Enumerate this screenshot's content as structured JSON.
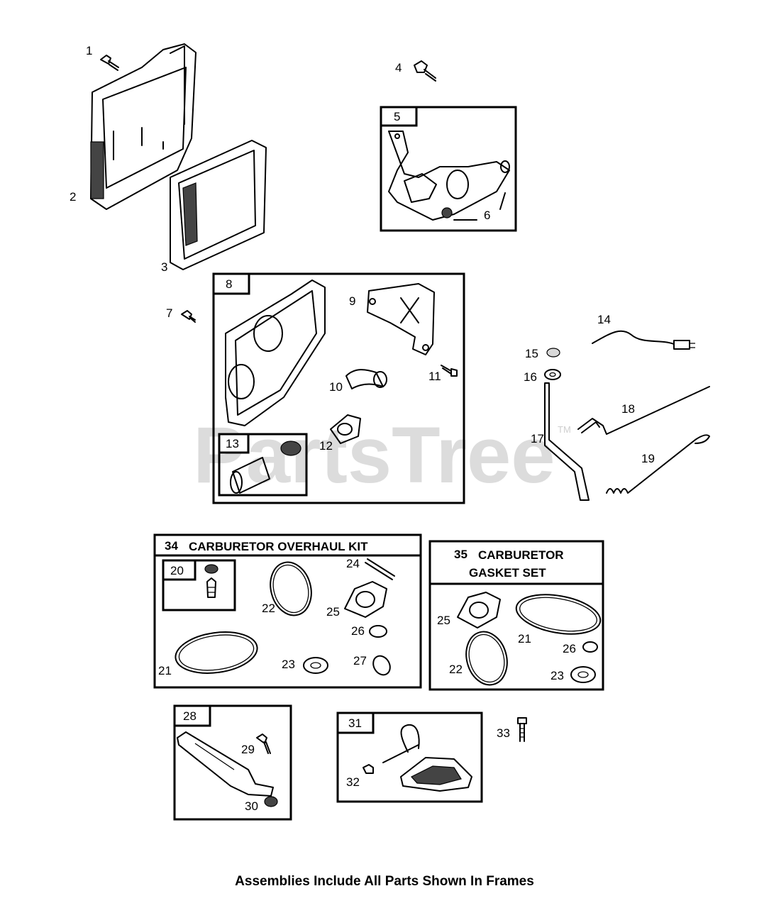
{
  "watermark": "PartsTree",
  "watermark_tm": "TM",
  "caption": "Assemblies Include All Parts Shown In Frames",
  "kit34": {
    "number": "34",
    "title": "CARBURETOR OVERHAUL KIT"
  },
  "kit35": {
    "number": "35",
    "title_line1": "CARBURETOR",
    "title_line2": "GASKET SET"
  },
  "frames": {
    "f5": "5",
    "f8": "8",
    "f13": "13",
    "f20": "20",
    "f28": "28",
    "f31": "31"
  },
  "labels": {
    "l1": "1",
    "l2": "2",
    "l3": "3",
    "l4": "4",
    "l6": "6",
    "l7": "7",
    "l9": "9",
    "l10": "10",
    "l11": "11",
    "l12": "12",
    "l14": "14",
    "l15": "15",
    "l16": "16",
    "l17": "17",
    "l18": "18",
    "l19": "19",
    "k34_22": "22",
    "k34_24": "24",
    "k34_25": "25",
    "k34_26": "26",
    "k34_21": "21",
    "k34_23": "23",
    "k34_27": "27",
    "k35_25": "25",
    "k35_21": "21",
    "k35_26": "26",
    "k35_22": "22",
    "k35_23": "23",
    "l29": "29",
    "l30": "30",
    "l32": "32",
    "l33": "33"
  }
}
